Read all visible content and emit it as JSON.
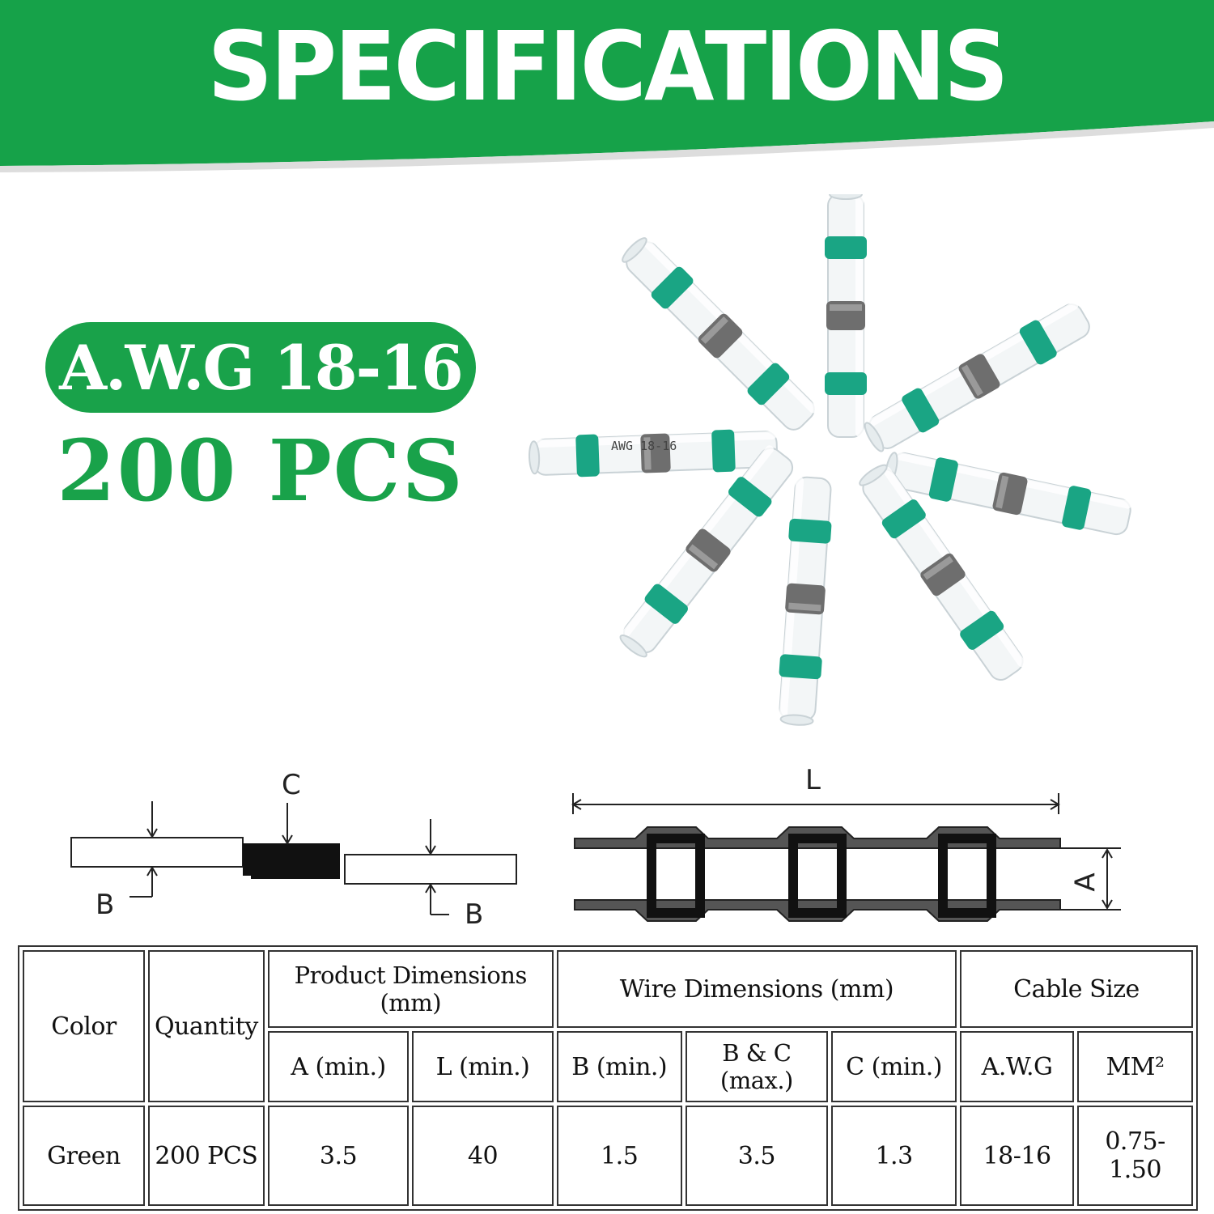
{
  "banner": {
    "title": "SPECIFICATIONS",
    "color": "#16a249"
  },
  "badge": {
    "awg": "A.W.G 18-16",
    "quantity": "200 PCS",
    "color": "#19a24a"
  },
  "product_photo": {
    "tube_marking": "AWG 18-16",
    "ring_color": "#1aa584"
  },
  "diagram_left": {
    "label_c": "C",
    "label_b_left": "B",
    "label_b_right": "B"
  },
  "diagram_right": {
    "label_l": "L",
    "label_a": "A"
  },
  "table": {
    "headers": {
      "color": "Color",
      "quantity": "Quantity",
      "product_dimensions": "Product Dimensions (mm)",
      "wire_dimensions": "Wire Dimensions (mm)",
      "cable_size": "Cable Size"
    },
    "subheaders": {
      "a_min": "A (min.)",
      "l_min": "L (min.)",
      "b_min": "B (min.)",
      "bc_max": "B & C (max.)",
      "c_min": "C (min.)",
      "awg": "A.W.G",
      "mm2": "MM²"
    },
    "row": {
      "color": "Green",
      "quantity": "200 PCS",
      "a_min": "3.5",
      "l_min": "40",
      "b_min": "1.5",
      "bc_max": "3.5",
      "c_min": "1.3",
      "awg": "18-16",
      "mm2": "0.75-1.50"
    }
  }
}
